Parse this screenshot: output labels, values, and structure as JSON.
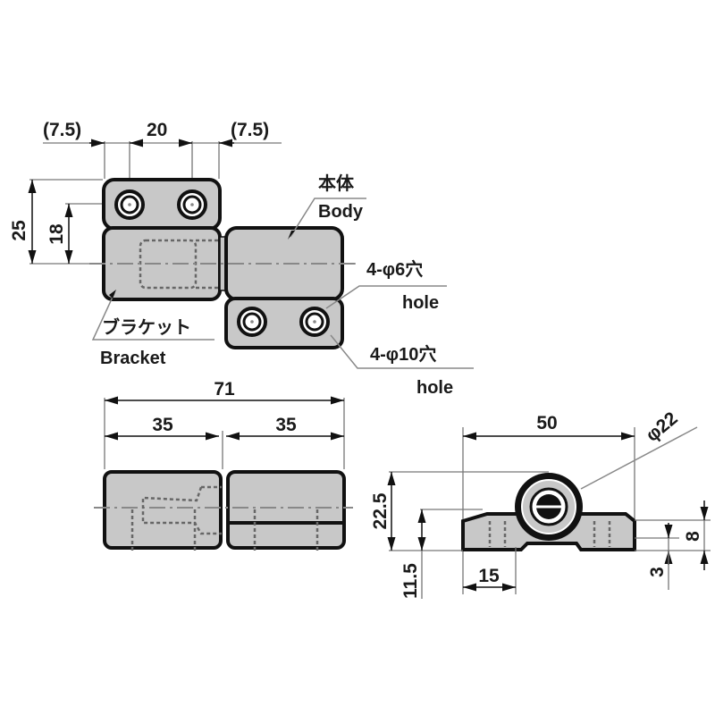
{
  "drawing": {
    "subject": "Hinge technical drawing",
    "top_view": {
      "dims": {
        "left_offset": "(7.5)",
        "hole_pitch": "20",
        "right_offset": "(7.5)",
        "height_total": "25",
        "height_hole": "18"
      },
      "labels": {
        "body_jp": "本体",
        "body_en": "Body",
        "bracket_jp": "ブラケット",
        "bracket_en": "Bracket",
        "hole6_jp": "4-φ6穴",
        "hole6_en": "hole",
        "hole10_jp": "4-φ10穴",
        "hole10_en": "hole"
      }
    },
    "front_view": {
      "dims": {
        "overall_width": "71",
        "left_width": "35",
        "right_width": "35"
      }
    },
    "side_view": {
      "dims": {
        "width": "50",
        "diameter": "φ22",
        "height_total": "22.5",
        "height_axis": "11.5",
        "base_offset": "15",
        "thickness": "8",
        "step": "3"
      }
    }
  },
  "colors": {
    "part_fill": "#c8c8c8",
    "outline": "#111111",
    "dimension_line": "#777777"
  }
}
